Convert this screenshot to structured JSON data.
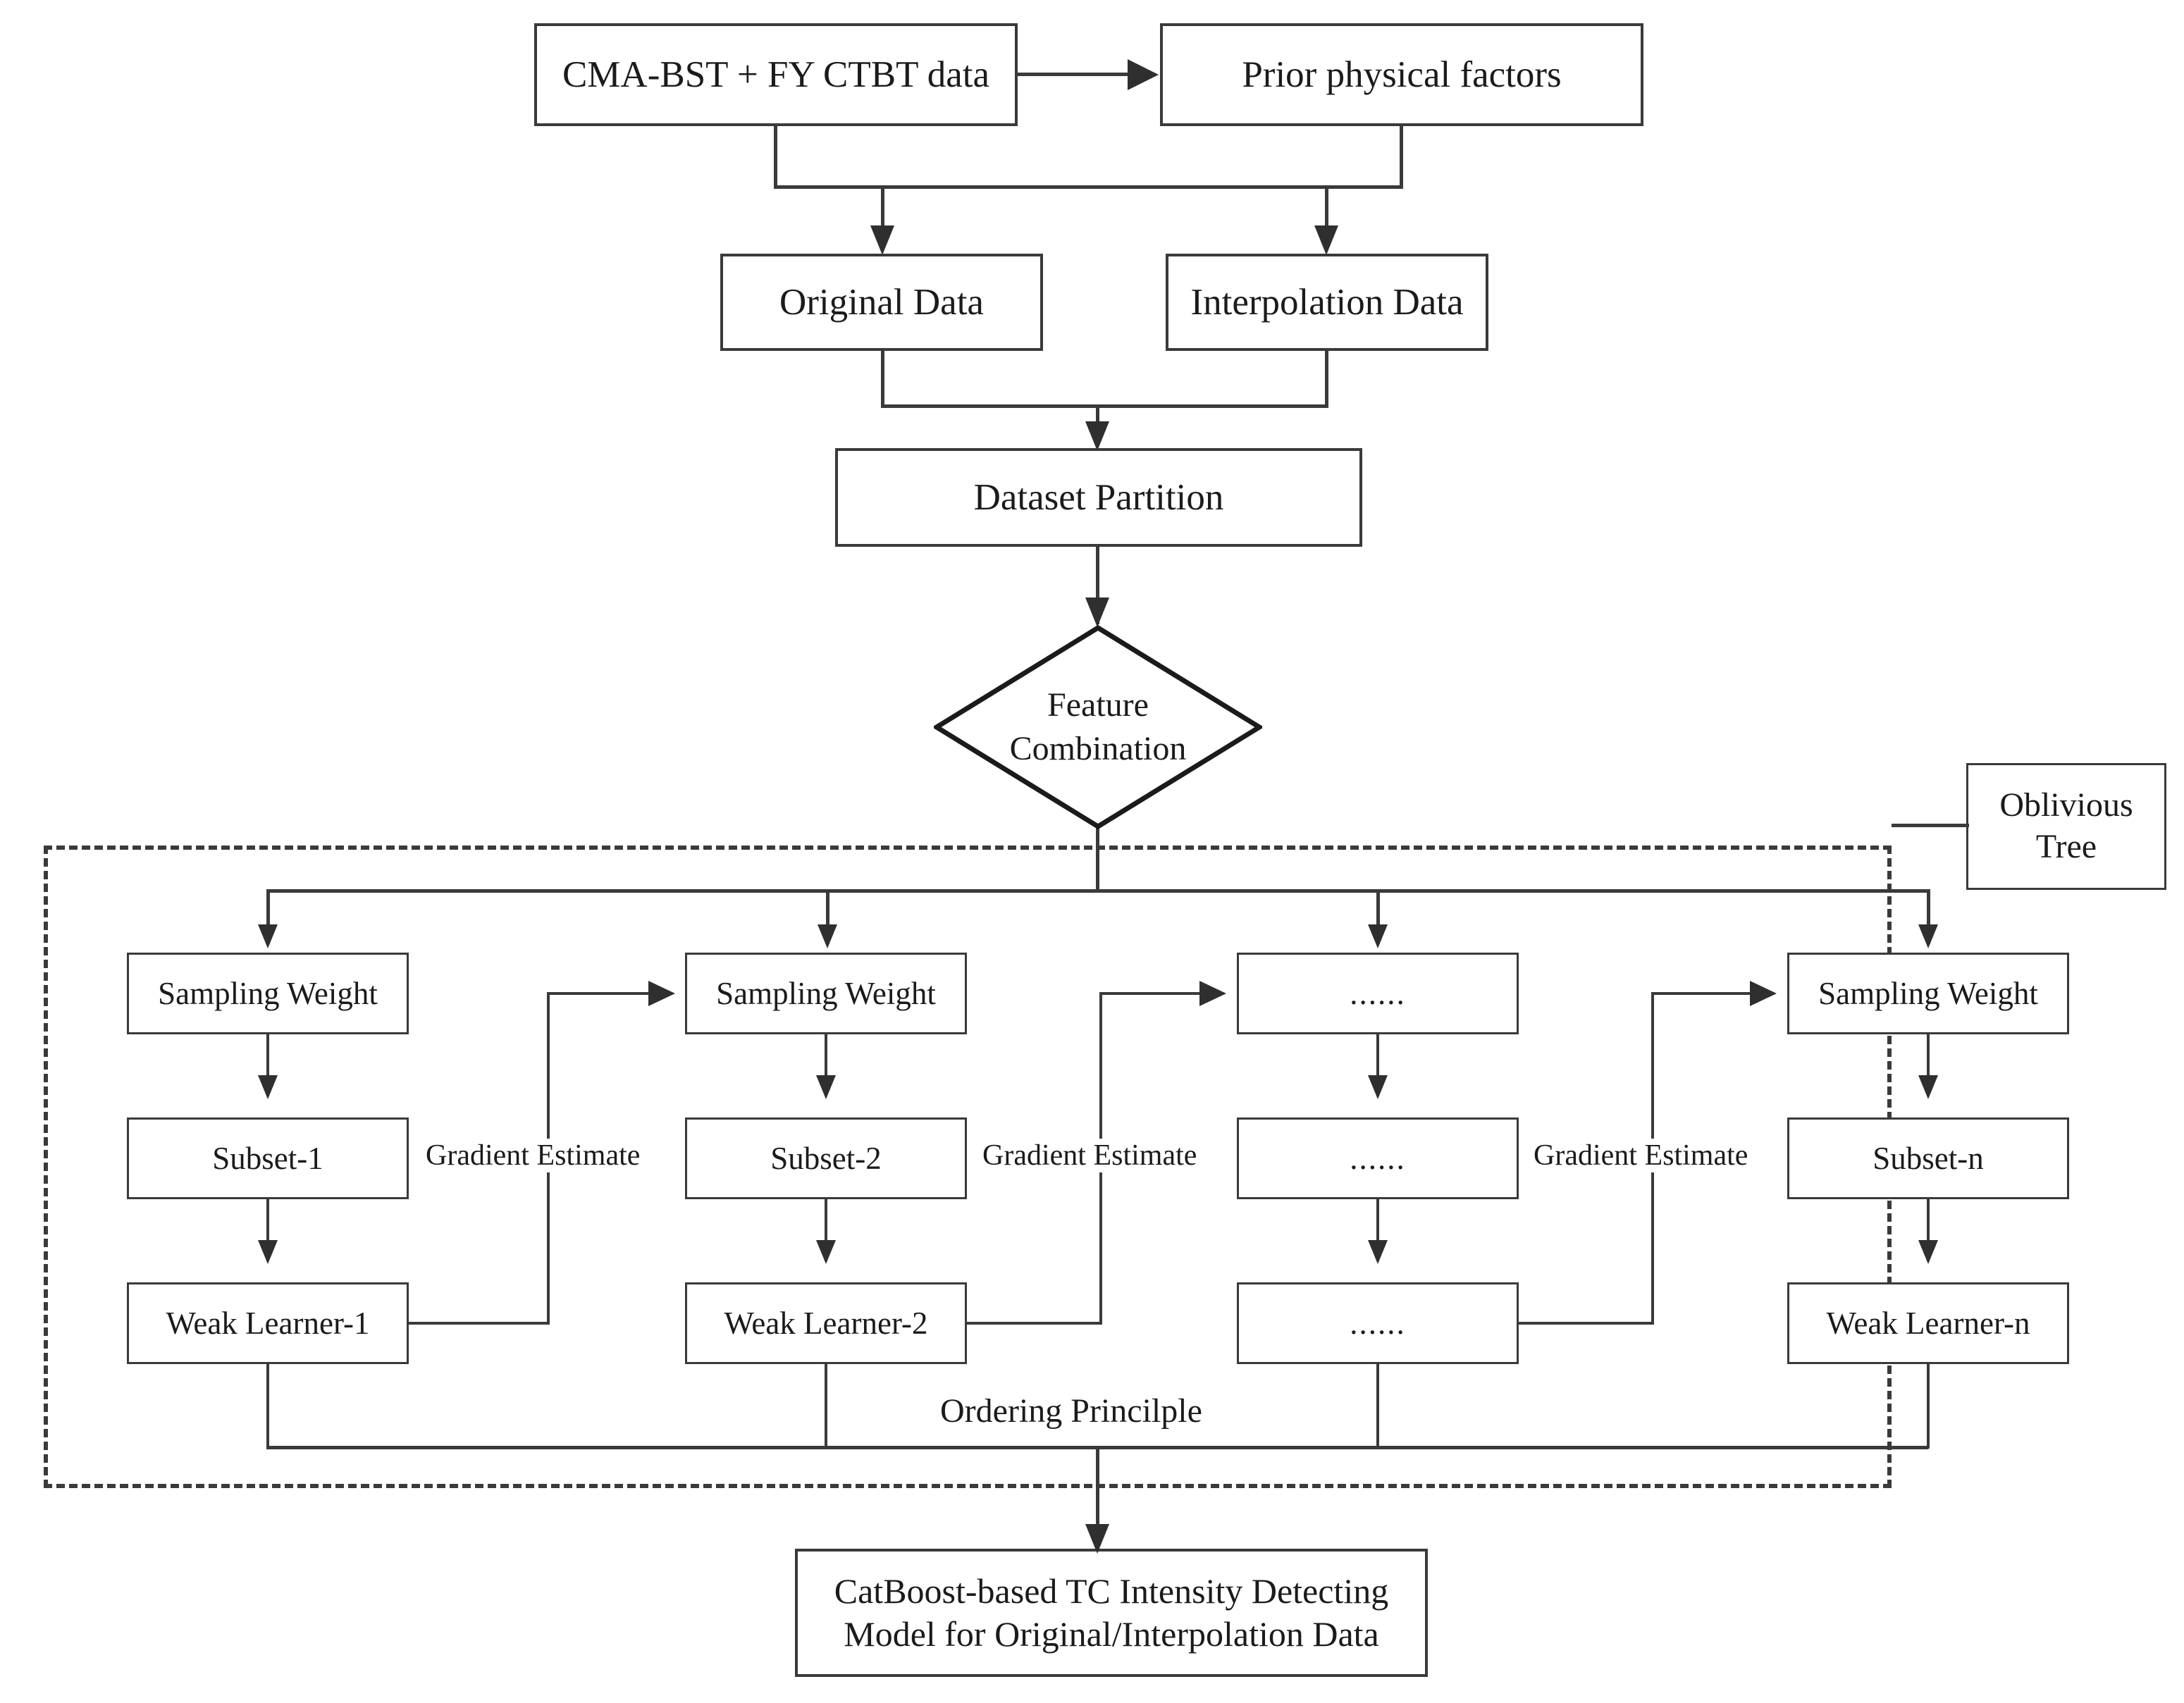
{
  "diagram": {
    "title": "CatBoost-based TC Intensity Detecting Model flowchart",
    "line_color": "#3a3a3a",
    "text_color": "#1b1b1b"
  },
  "nodes": {
    "source_data": "CMA-BST + FY CTBT data",
    "prior_factors": "Prior physical factors",
    "original_data": "Original Data",
    "interpolation_data": "Interpolation Data",
    "dataset_partition": "Dataset Partition",
    "feature_combination": "Feature\nCombination",
    "feature_combination_line1": "Feature",
    "feature_combination_line2": "Combination",
    "oblivious_tree_line1": "Oblivious",
    "oblivious_tree_line2": "Tree",
    "final_model_line1": "CatBoost-based TC Intensity Detecting",
    "final_model_line2": "Model for Original/Interpolation Data"
  },
  "columns": [
    {
      "sampling_weight": "Sampling Weight",
      "subset": "Subset-1",
      "weak_learner": "Weak Learner-1"
    },
    {
      "sampling_weight": "Sampling Weight",
      "subset": "Subset-2",
      "weak_learner": "Weak Learner-2"
    },
    {
      "sampling_weight": "......",
      "subset": "......",
      "weak_learner": "......"
    },
    {
      "sampling_weight": "Sampling Weight",
      "subset": "Subset-n",
      "weak_learner": "Weak Learner-n"
    }
  ],
  "edge_labels": {
    "gradient_estimate_1": "Gradient Estimate",
    "gradient_estimate_2": "Gradient Estimate",
    "gradient_estimate_3": "Gradient Estimate",
    "ordering_principle": "Ordering Princilple"
  }
}
